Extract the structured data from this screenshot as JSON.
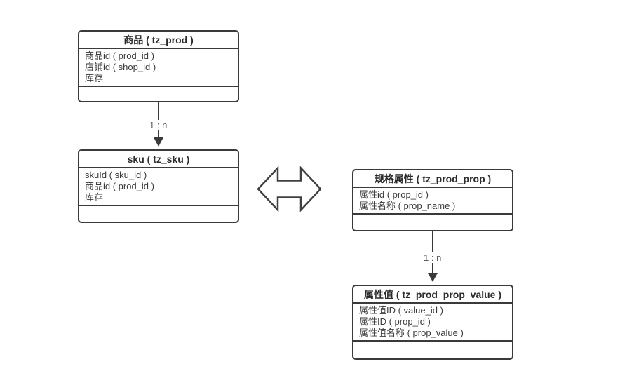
{
  "diagram": {
    "background_color": "#ffffff",
    "line_color": "#3a3a3a",
    "label_color": "#595959",
    "tables": [
      {
        "title": "商品 ( tz_prod )",
        "fields": [
          "商品id ( prod_id )",
          "店铺id ( shop_id )",
          "库存"
        ]
      },
      {
        "title": "sku ( tz_sku )",
        "fields": [
          "skuId ( sku_id )",
          "商品id ( prod_id )",
          "库存"
        ]
      },
      {
        "title": "规格属性 ( tz_prod_prop )",
        "fields": [
          "属性id ( prop_id )",
          "属性名称 ( prop_name )"
        ]
      },
      {
        "title": "属性值 ( tz_prod_prop_value )",
        "fields": [
          "属性值ID ( value_id )",
          "属性ID ( prop_id )",
          "属性值名称 ( prop_value )"
        ]
      }
    ],
    "connectors": [
      {
        "label": "1 : n",
        "from": "商品 ( tz_prod )",
        "to": "sku ( tz_sku )"
      },
      {
        "label": "1 : n",
        "from": "规格属性 ( tz_prod_prop )",
        "to": "属性值 ( tz_prod_prop_value )"
      }
    ],
    "relation_icon": "bidirectional-arrow"
  }
}
